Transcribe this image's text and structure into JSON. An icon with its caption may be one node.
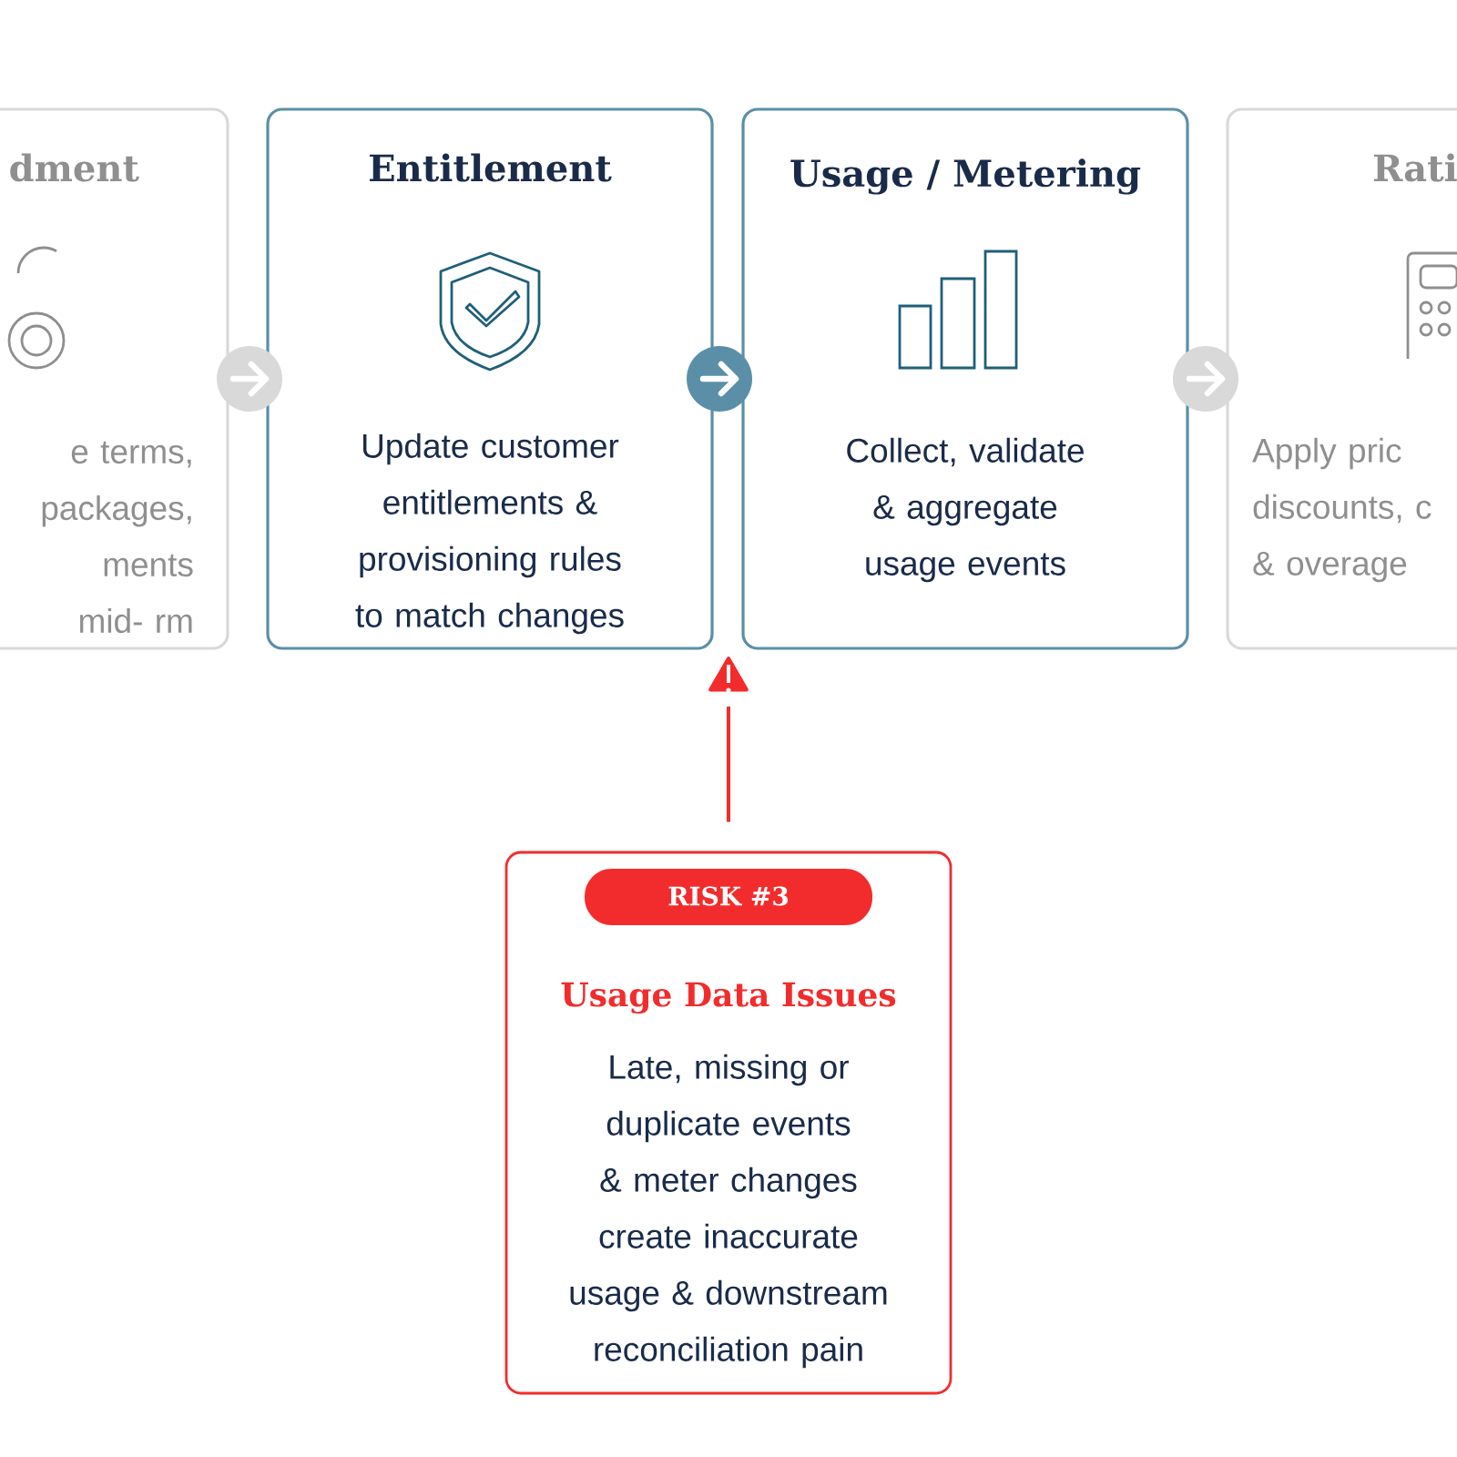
{
  "diagram": {
    "nodes": [
      {
        "text": [
          "dment",
          "e terms, packages, ments mid- rm"
        ]
      },
      {
        "text": [
          "Entitlement",
          "Update customer entitlements & provisioning rules to match changes"
        ]
      },
      {
        "text": [
          "Usage / Metering",
          "Collect, validate & aggregate usage events"
        ]
      },
      {
        "text": [
          "Rati",
          "Apply pric discounts, c & overage"
        ]
      },
      {
        "text": [],
        "shape": "triangle"
      },
      {
        "text": [
          "Usage Data Issues",
          "Late, missing or duplicate events & meter changes create inaccurate usage & downstream reconciliation pain"
        ]
      },
      {
        "text": [
          "RISK #3"
        ],
        "in": 5
      }
    ],
    "edges": [
      {
        "from": 0,
        "to": 1,
        "arrow": "to",
        "color": "#d9d9d9"
      },
      {
        "from": 1,
        "to": 2,
        "arrow": "to"
      },
      {
        "from": 2,
        "to": 3,
        "arrow": "to",
        "color": "#d9d9d9"
      },
      {
        "from": 5,
        "to": 4,
        "arrow": "none",
        "color": "#f22c2c"
      }
    ]
  }
}
